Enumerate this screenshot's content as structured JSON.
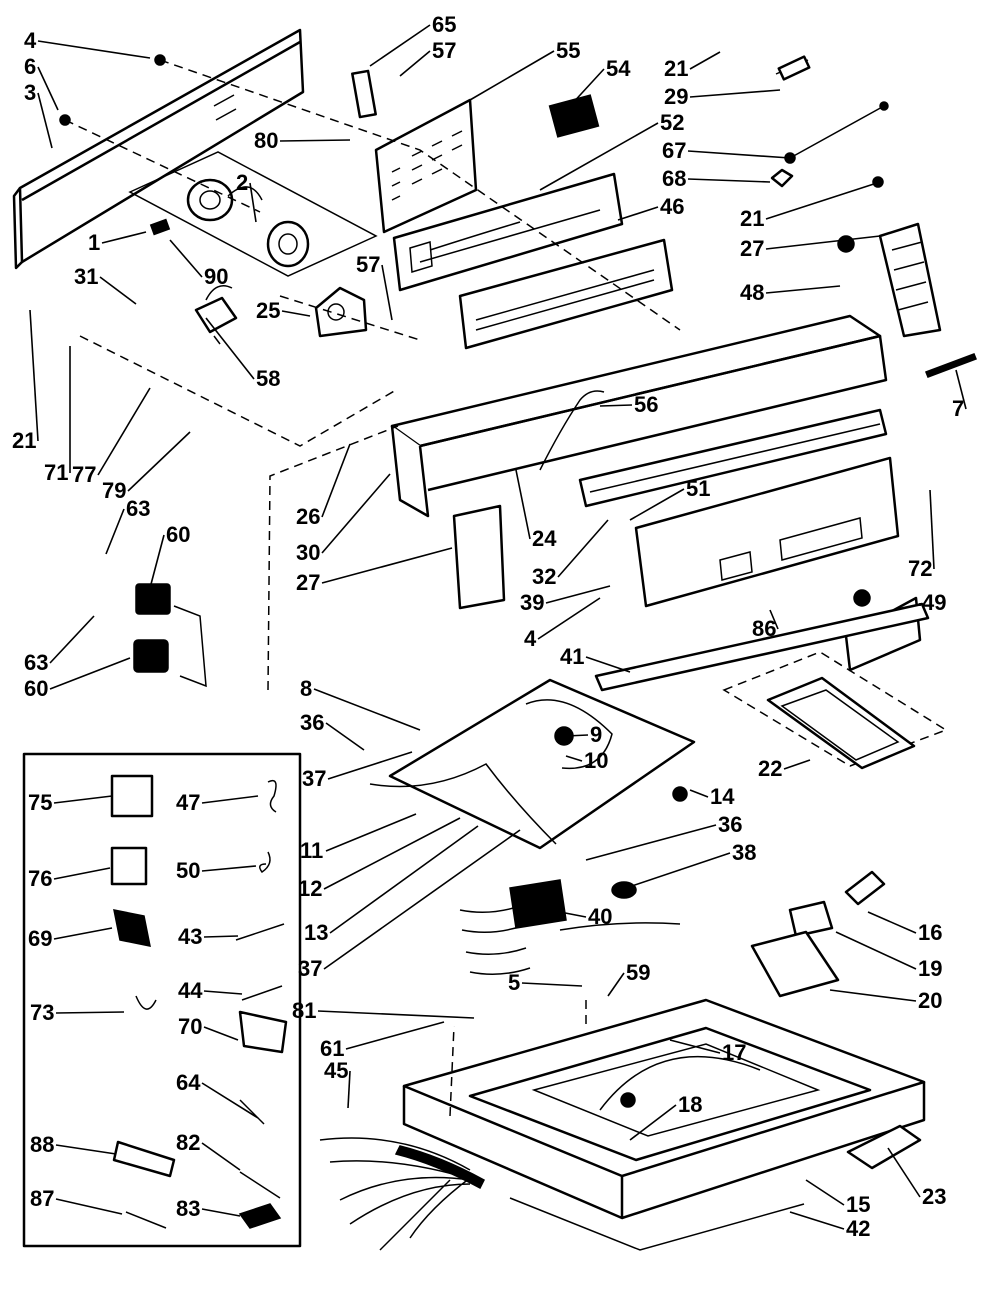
{
  "diagram": {
    "labels": [
      {
        "text": "4"
      },
      {
        "text": "6"
      },
      {
        "text": "3"
      },
      {
        "text": "65"
      },
      {
        "text": "57"
      },
      {
        "text": "55"
      },
      {
        "text": "54"
      },
      {
        "text": "21"
      },
      {
        "text": "29"
      },
      {
        "text": "52"
      },
      {
        "text": "80"
      },
      {
        "text": "67"
      },
      {
        "text": "2"
      },
      {
        "text": "68"
      },
      {
        "text": "46"
      },
      {
        "text": "1"
      },
      {
        "text": "21"
      },
      {
        "text": "27"
      },
      {
        "text": "31"
      },
      {
        "text": "90"
      },
      {
        "text": "57"
      },
      {
        "text": "48"
      },
      {
        "text": "25"
      },
      {
        "text": "58"
      },
      {
        "text": "56"
      },
      {
        "text": "7"
      },
      {
        "text": "21"
      },
      {
        "text": "71"
      },
      {
        "text": "77"
      },
      {
        "text": "79"
      },
      {
        "text": "26"
      },
      {
        "text": "30"
      },
      {
        "text": "24"
      },
      {
        "text": "51"
      },
      {
        "text": "63"
      },
      {
        "text": "60"
      },
      {
        "text": "27"
      },
      {
        "text": "32"
      },
      {
        "text": "72"
      },
      {
        "text": "39"
      },
      {
        "text": "4"
      },
      {
        "text": "86"
      },
      {
        "text": "49"
      },
      {
        "text": "63"
      },
      {
        "text": "60"
      },
      {
        "text": "41"
      },
      {
        "text": "8"
      },
      {
        "text": "36"
      },
      {
        "text": "9"
      },
      {
        "text": "10"
      },
      {
        "text": "22"
      },
      {
        "text": "75"
      },
      {
        "text": "47"
      },
      {
        "text": "37"
      },
      {
        "text": "14"
      },
      {
        "text": "11"
      },
      {
        "text": "36"
      },
      {
        "text": "76"
      },
      {
        "text": "50"
      },
      {
        "text": "38"
      },
      {
        "text": "12"
      },
      {
        "text": "69"
      },
      {
        "text": "43"
      },
      {
        "text": "40"
      },
      {
        "text": "13"
      },
      {
        "text": "16"
      },
      {
        "text": "37"
      },
      {
        "text": "44"
      },
      {
        "text": "5"
      },
      {
        "text": "59"
      },
      {
        "text": "19"
      },
      {
        "text": "20"
      },
      {
        "text": "73"
      },
      {
        "text": "81"
      },
      {
        "text": "70"
      },
      {
        "text": "61"
      },
      {
        "text": "17"
      },
      {
        "text": "45"
      },
      {
        "text": "64"
      },
      {
        "text": "18"
      },
      {
        "text": "88"
      },
      {
        "text": "82"
      },
      {
        "text": "15"
      },
      {
        "text": "23"
      },
      {
        "text": "87"
      },
      {
        "text": "83"
      },
      {
        "text": "42"
      }
    ]
  }
}
